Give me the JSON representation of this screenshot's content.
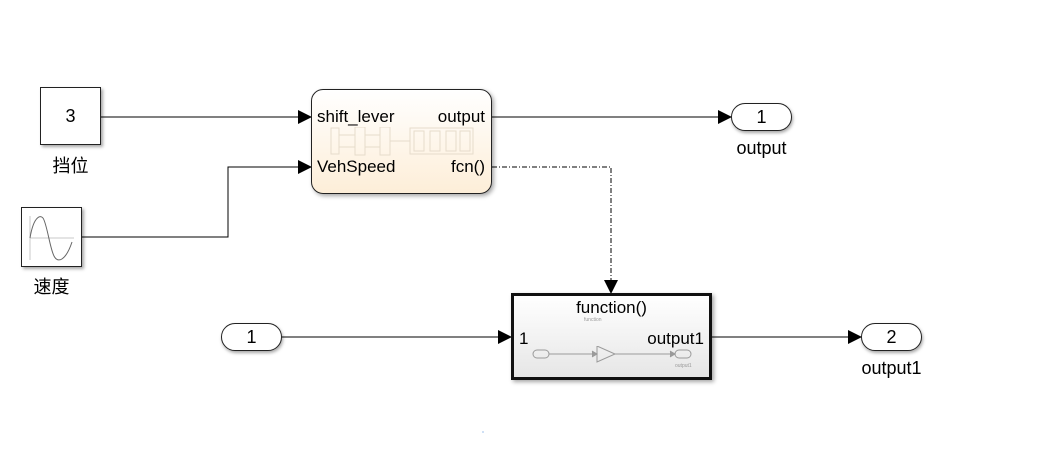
{
  "blocks": {
    "constant": {
      "value": "3",
      "label": "挡位"
    },
    "sine": {
      "label": "速度"
    },
    "chart": {
      "inputs": [
        "shift_lever",
        "VehSpeed"
      ],
      "outputs": [
        "output",
        "fcn()"
      ]
    },
    "function_subsystem": {
      "title": "function()",
      "trigger_label": "function",
      "input_port": "1",
      "output_port": "output1",
      "inner_outport_label": "output1"
    },
    "inport_1": {
      "number": "1"
    },
    "outport_1": {
      "number": "1",
      "label": "output"
    },
    "outport_2": {
      "number": "2",
      "label": "output1"
    }
  },
  "colors": {
    "line": "#000000",
    "chart_fill": "#fdeed8",
    "block_border": "#222222"
  }
}
